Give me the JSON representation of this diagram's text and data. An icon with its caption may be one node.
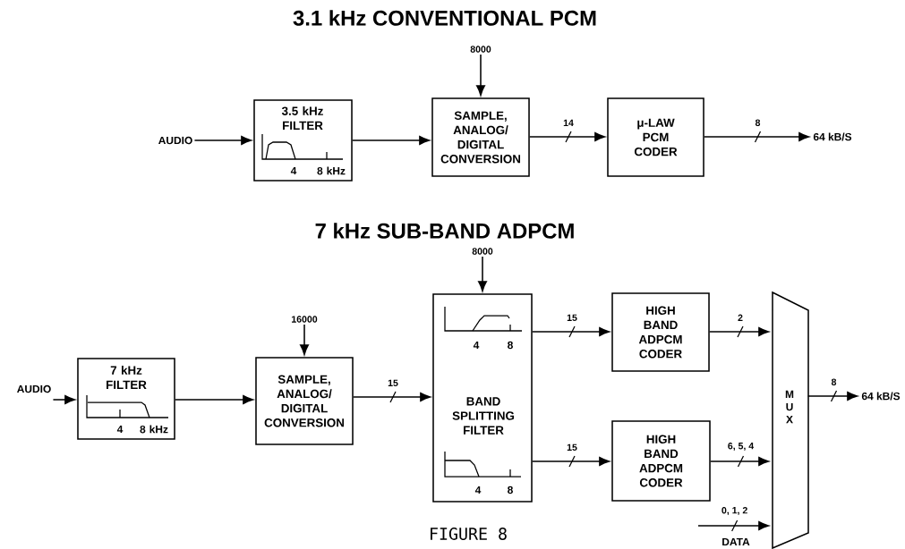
{
  "diagram": {
    "caption": "FIGURE 8",
    "nodes": [
      {
        "text": [
          "AUDIO"
        ]
      },
      {
        "text": [
          "3.5 kHz FILTER",
          "4",
          "8 kHz"
        ]
      },
      {
        "text": [
          "8000"
        ]
      },
      {
        "text": [
          "SAMPLE, ANALOG/ DIGITAL CONVERSION"
        ]
      },
      {
        "text": [
          "μ-LAW PCM CODER"
        ]
      },
      {
        "text": [
          "64 kB/S"
        ]
      },
      {
        "text": [
          "AUDIO"
        ]
      },
      {
        "text": [
          "7 kHz FILTER",
          "4",
          "8 kHz"
        ]
      },
      {
        "text": [
          "16000"
        ]
      },
      {
        "text": [
          "SAMPLE, ANALOG/ DIGITAL CONVERSION"
        ]
      },
      {
        "text": [
          "8000"
        ]
      },
      {
        "text": [
          "4",
          "8",
          "BAND SPLITTING FILTER",
          "4",
          "8"
        ]
      },
      {
        "text": [
          "HIGH BAND ADPCM CODER"
        ]
      },
      {
        "text": [
          "HIGH BAND ADPCM CODER"
        ]
      },
      {
        "text": [
          "M U X"
        ]
      },
      {
        "text": [
          "64 kB/S"
        ]
      }
    ],
    "edges": [
      {
        "from": 0,
        "to": 1,
        "arrow": "to"
      },
      {
        "from": 1,
        "to": 3,
        "arrow": "to"
      },
      {
        "from": 2,
        "to": 3,
        "arrow": "to"
      },
      {
        "from": 3,
        "to": 4,
        "arrow": "to",
        "label": "14"
      },
      {
        "from": 4,
        "to": 5,
        "arrow": "to",
        "label": "8"
      },
      {
        "from": 6,
        "to": 7,
        "arrow": "to"
      },
      {
        "from": 7,
        "to": 9,
        "arrow": "to"
      },
      {
        "from": 8,
        "to": 9,
        "arrow": "to"
      },
      {
        "from": 9,
        "to": 11,
        "arrow": "to",
        "label": "15"
      },
      {
        "from": 10,
        "to": 11,
        "arrow": "to"
      },
      {
        "from": 11,
        "to": 12,
        "arrow": "to",
        "label": "15"
      },
      {
        "from": 11,
        "to": 13,
        "arrow": "to",
        "label": "15"
      },
      {
        "from": 12,
        "to": 14,
        "arrow": "to",
        "label": "2"
      },
      {
        "from": 13,
        "to": 14,
        "arrow": "to",
        "label": "6, 5, 4"
      },
      {
        "from": null,
        "to": 14,
        "arrow": "to",
        "label": "0, 1, 2"
      },
      {
        "from": 14,
        "to": 15,
        "arrow": "to",
        "label": "8"
      }
    ],
    "labels": [
      "3.1 kHz CONVENTIONAL PCM",
      "7 kHz SUB-BAND ADPCM",
      "DATA"
    ]
  }
}
